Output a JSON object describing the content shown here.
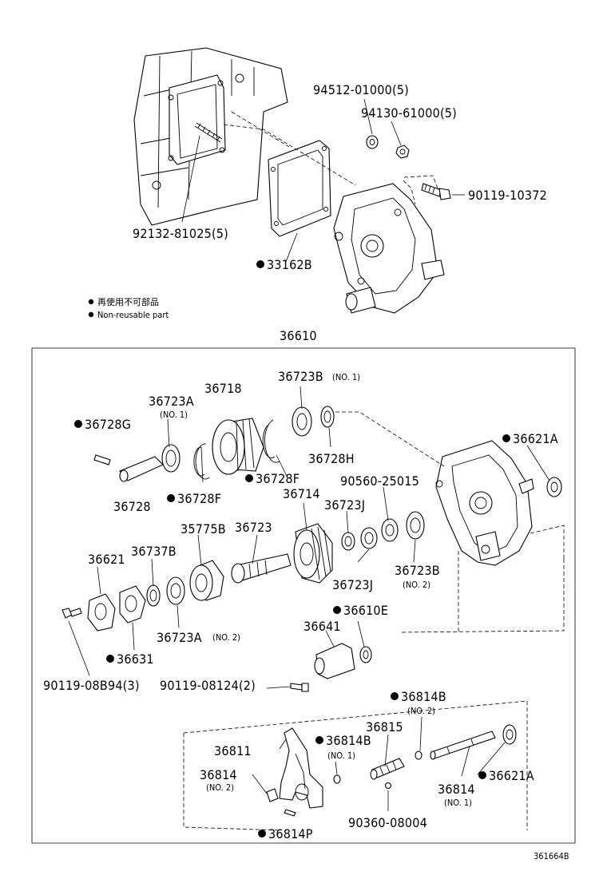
{
  "notes": {
    "jp": "再使用不可部品",
    "en": "Non-reusable part"
  },
  "diagram_code": "361664B",
  "assembly_label": "36610",
  "parts": {
    "p92132": "92132-81025(5)",
    "p33162B": "33162B",
    "p94512": "94512-01000(5)",
    "p94130": "94130-61000(5)",
    "p90119_10372": "90119-10372",
    "p36728G": "36728G",
    "p36723A_1": "36723A",
    "p36723A_1_sub": "(NO. 1)",
    "p36718": "36718",
    "p36723B_1": "36723B",
    "p36723B_1_sub": "(NO. 1)",
    "p36728H": "36728H",
    "p36621A_top": "36621A",
    "p36728": "36728",
    "p36728F_a": "36728F",
    "p36728F_b": "36728F",
    "p36714": "36714",
    "p90560": "90560-25015",
    "p36723J_top": "36723J",
    "p35775B": "35775B",
    "p36723": "36723",
    "p36621": "36621",
    "p36737B": "36737B",
    "p36723J_bot": "36723J",
    "p36723B_2": "36723B",
    "p36723B_2_sub": "(NO. 2)",
    "p36723A_2": "36723A",
    "p36723A_2_sub": "(NO. 2)",
    "p36610E": "36610E",
    "p36641": "36641",
    "p36631": "36631",
    "p90119_08894": "90119-08B94(3)",
    "p90119_08124": "90119-08124(2)",
    "p36814B_2": "36814B",
    "p36814B_2_sub": "(NO. 2)",
    "p36815": "36815",
    "p36811": "36811",
    "p36814B_1": "36814B",
    "p36814B_1_sub": "(NO. 1)",
    "p36814_2": "36814",
    "p36814_2_sub": "(NO. 2)",
    "p36621A_bot": "36621A",
    "p36814_1": "36814",
    "p36814_1_sub": "(NO. 1)",
    "p90360": "90360-08004",
    "p36814P": "36814P"
  }
}
